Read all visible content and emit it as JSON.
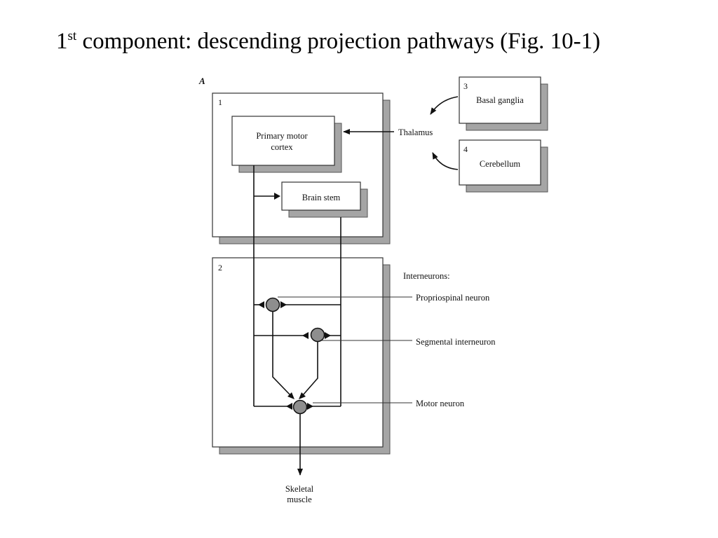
{
  "slide": {
    "title_prefix": "1",
    "title_superscript": "st",
    "title_rest": " component: descending projection pathways (Fig. 10-1)"
  },
  "figure": {
    "panel_letter": "A",
    "boxes": {
      "box1_number": "1",
      "box2_number": "2",
      "box3_number": "3",
      "box4_number": "4",
      "primary_motor_line1": "Primary motor",
      "primary_motor_line2": "cortex",
      "brain_stem": "Brain stem",
      "basal_ganglia": "Basal ganglia",
      "cerebellum": "Cerebellum"
    },
    "labels": {
      "thalamus": "Thalamus",
      "interneurons_heading": "Interneurons:",
      "propriospinal": "Propriospinal neuron",
      "segmental": "Segmental interneuron",
      "motor_neuron": "Motor neuron",
      "skeletal_line1": "Skeletal",
      "skeletal_line2": "muscle"
    }
  }
}
